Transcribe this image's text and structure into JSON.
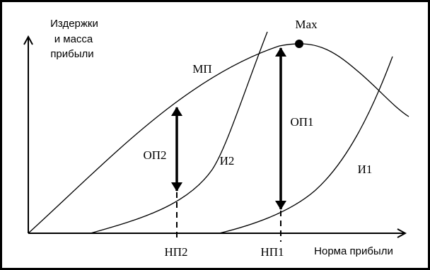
{
  "diagram": {
    "y_axis_label_lines": [
      "Издержки",
      "и масса",
      "прибыли"
    ],
    "x_axis_label": "Норма прибыли",
    "curves": {
      "mp": "МП",
      "i1": "И1",
      "i2": "И2"
    },
    "annotations": {
      "max": "Max",
      "op1": "ОП1",
      "op2": "ОП2",
      "np1": "НП1",
      "np2": "НП2"
    }
  }
}
